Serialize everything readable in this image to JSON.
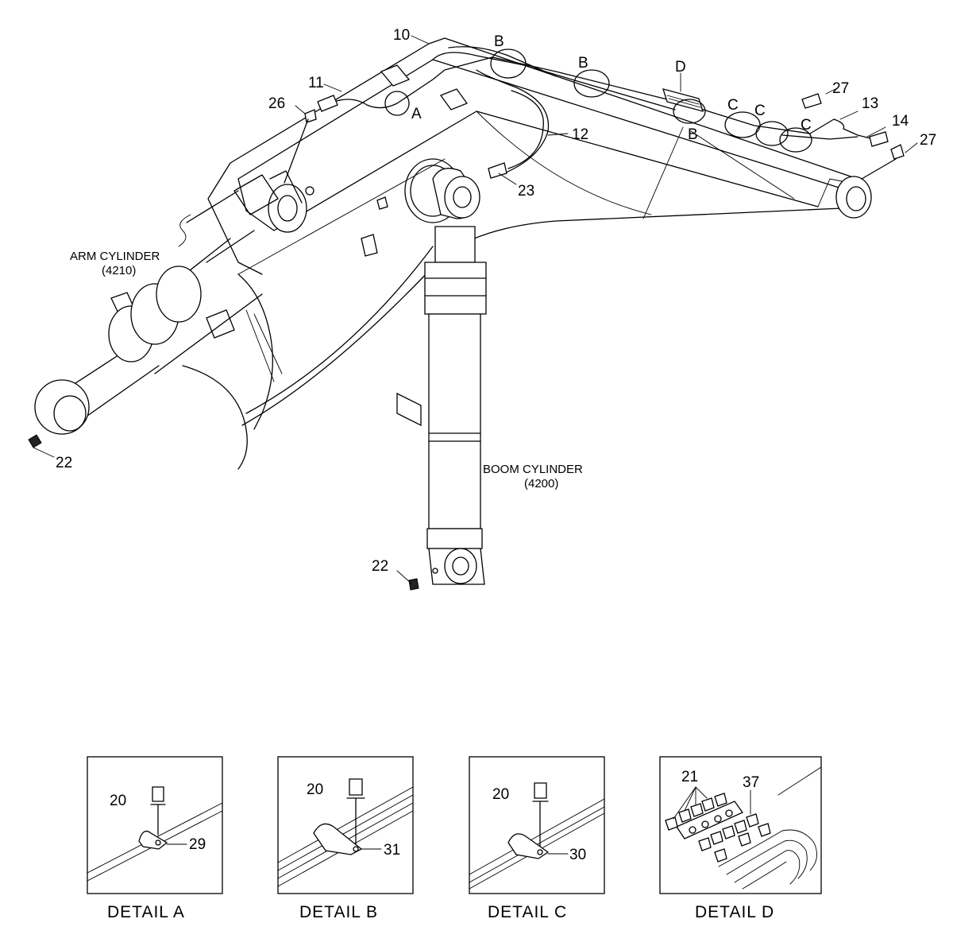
{
  "callouts": {
    "c10": "10",
    "c11": "11",
    "c12": "12",
    "c13": "13",
    "c14": "14",
    "c22a": "22",
    "c22b": "22",
    "c23": "23",
    "c26": "26",
    "c27a": "27",
    "c27b": "27",
    "A": "A",
    "B1": "B",
    "B2": "B",
    "B3": "B",
    "C1": "C",
    "C2": "C",
    "C3": "C",
    "D": "D"
  },
  "arm_cylinder": {
    "name": "ARM CYLINDER",
    "code": "(4210)"
  },
  "boom_cylinder": {
    "name": "BOOM CYLINDER",
    "code": "(4200)"
  },
  "details": [
    {
      "title": "DETAIL  A",
      "bolt": "20",
      "clamp": "29"
    },
    {
      "title": "DETAIL  B",
      "bolt": "20",
      "clamp": "31"
    },
    {
      "title": "DETAIL  C",
      "bolt": "20",
      "clamp": "30"
    },
    {
      "title": "DETAIL  D",
      "fittings": "21",
      "block": "37"
    }
  ]
}
